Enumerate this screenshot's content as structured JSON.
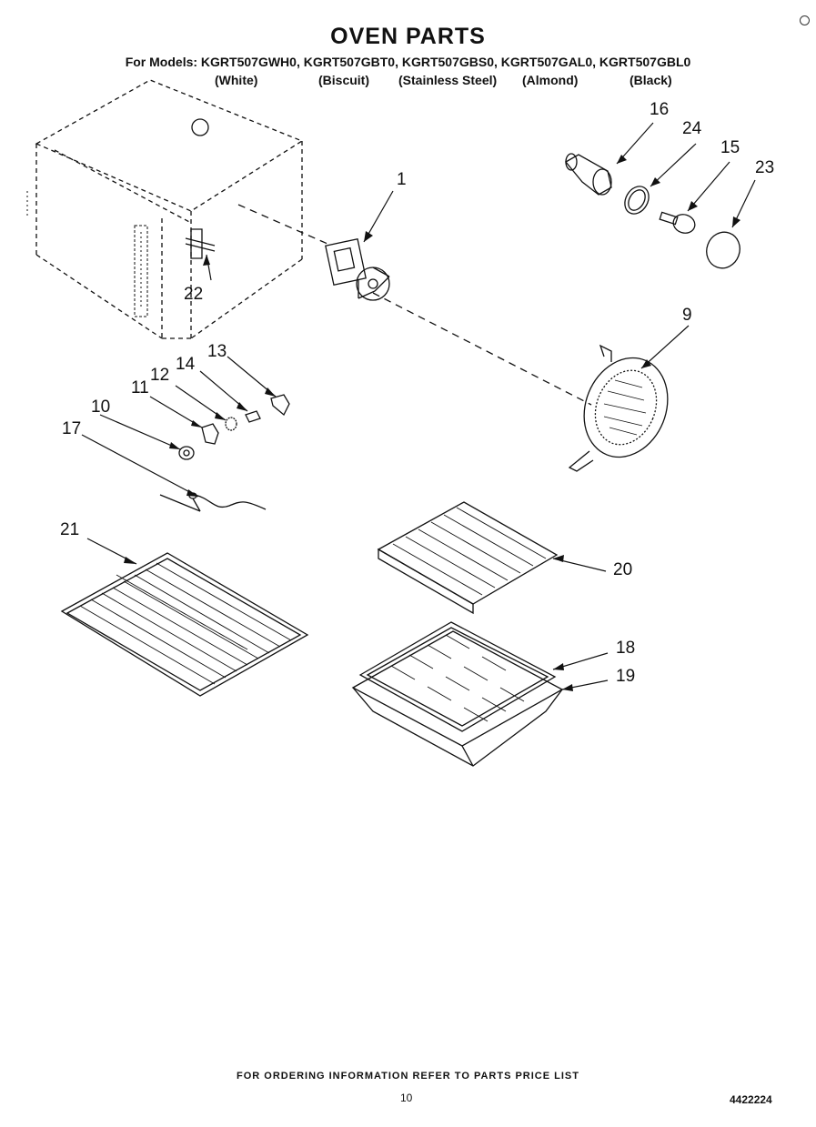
{
  "header": {
    "title": "OVEN PARTS",
    "models_line": "For Models: KGRT507GWH0, KGRT507GBT0, KGRT507GBS0, KGRT507GAL0, KGRT507GBL0",
    "colors": [
      "(White)",
      "(Biscuit)",
      "(Stainless Steel)",
      "(Almond)",
      "(Black)"
    ]
  },
  "callouts": {
    "p1": "1",
    "p9": "9",
    "p10": "10",
    "p11": "11",
    "p12": "12",
    "p13": "13",
    "p14": "14",
    "p15": "15",
    "p16": "16",
    "p17": "17",
    "p18": "18",
    "p19": "19",
    "p20": "20",
    "p21": "21",
    "p22": "22",
    "p23": "23",
    "p24": "24"
  },
  "footer": {
    "ordering_note": "FOR ORDERING INFORMATION REFER TO PARTS PRICE LIST",
    "page_number": "10",
    "doc_number": "4422224"
  }
}
